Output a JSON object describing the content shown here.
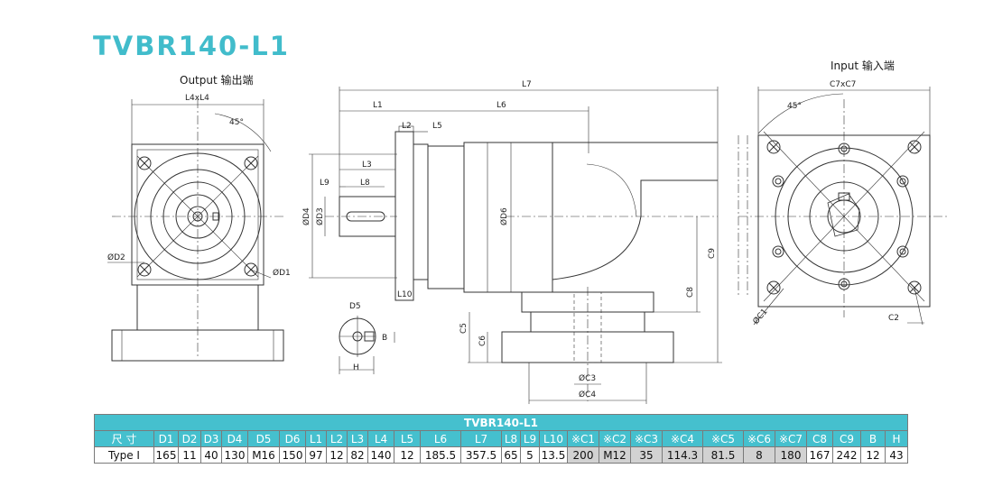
{
  "title": "TVBR140-L1",
  "views": {
    "output_label": "Output 输出端",
    "input_label": "Input 输入端"
  },
  "dim_labels": {
    "L4xL4": "L4xL4",
    "angle": "45°",
    "D2": "ØD2",
    "D1": "ØD1",
    "L7": "L7",
    "L1": "L1",
    "L6": "L6",
    "L2": "L2",
    "L5": "L5",
    "L3": "L3",
    "L9": "L9",
    "L8": "L8",
    "D4": "ØD4",
    "D3": "ØD3",
    "D6": "ØD6",
    "L10": "L10",
    "C9": "C9",
    "C8": "C8",
    "C5": "C5",
    "C6": "C6",
    "C3": "ØC3",
    "C4": "ØC4",
    "D5": "D5",
    "B": "B",
    "H": "H",
    "C7xC7": "C7xC7",
    "C1": "ØC1",
    "C2": "C2"
  },
  "table": {
    "title": "TVBR140-L1",
    "header_label": "尺 寸",
    "columns": [
      "D1",
      "D2",
      "D3",
      "D4",
      "D5",
      "D6",
      "L1",
      "L2",
      "L3",
      "L4",
      "L5",
      "L6",
      "L7",
      "L8",
      "L9",
      "L10",
      "※C1",
      "※C2",
      "※C3",
      "※C4",
      "※C5",
      "※C6",
      "※C7",
      "C8",
      "C9",
      "B",
      "H"
    ],
    "row_label": "Type I",
    "values": [
      "165",
      "11",
      "40",
      "130",
      "M16",
      "150",
      "97",
      "12",
      "82",
      "140",
      "12",
      "185.5",
      "357.5",
      "65",
      "5",
      "13.5",
      "200",
      "M12",
      "35",
      "114.3",
      "81.5",
      "8",
      "180",
      "167",
      "242",
      "12",
      "43"
    ],
    "optional_columns": [
      "※C1",
      "※C2",
      "※C3",
      "※C4",
      "※C5",
      "※C6",
      "※C7"
    ]
  }
}
